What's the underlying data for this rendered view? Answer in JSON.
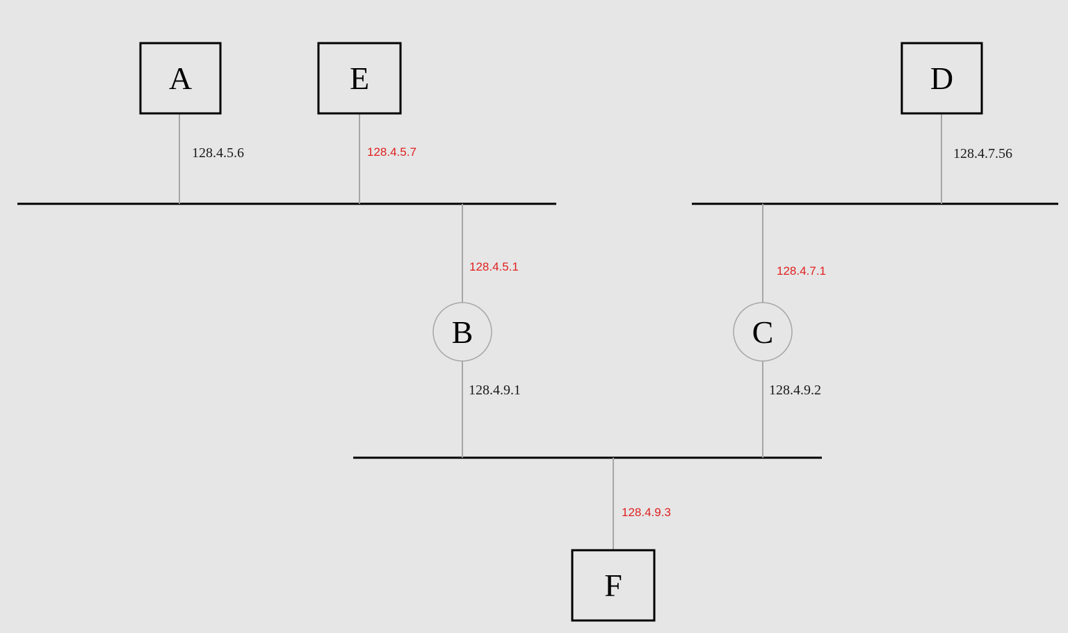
{
  "nodes": {
    "A": "A",
    "E": "E",
    "D": "D",
    "B": "B",
    "C": "C",
    "F": "F"
  },
  "addresses": {
    "A": "128.4.5.6",
    "E": "128.4.5.7",
    "D": "128.4.7.56",
    "B_top": "128.4.5.1",
    "B_bottom": "128.4.9.1",
    "C_top": "128.4.7.1",
    "C_bottom": "128.4.9.2",
    "F": "128.4.9.3"
  },
  "colors": {
    "background": "#e6e6e6",
    "bus": "#000000",
    "link": "#a6a6a6",
    "highlight_address": "#e0201f"
  }
}
